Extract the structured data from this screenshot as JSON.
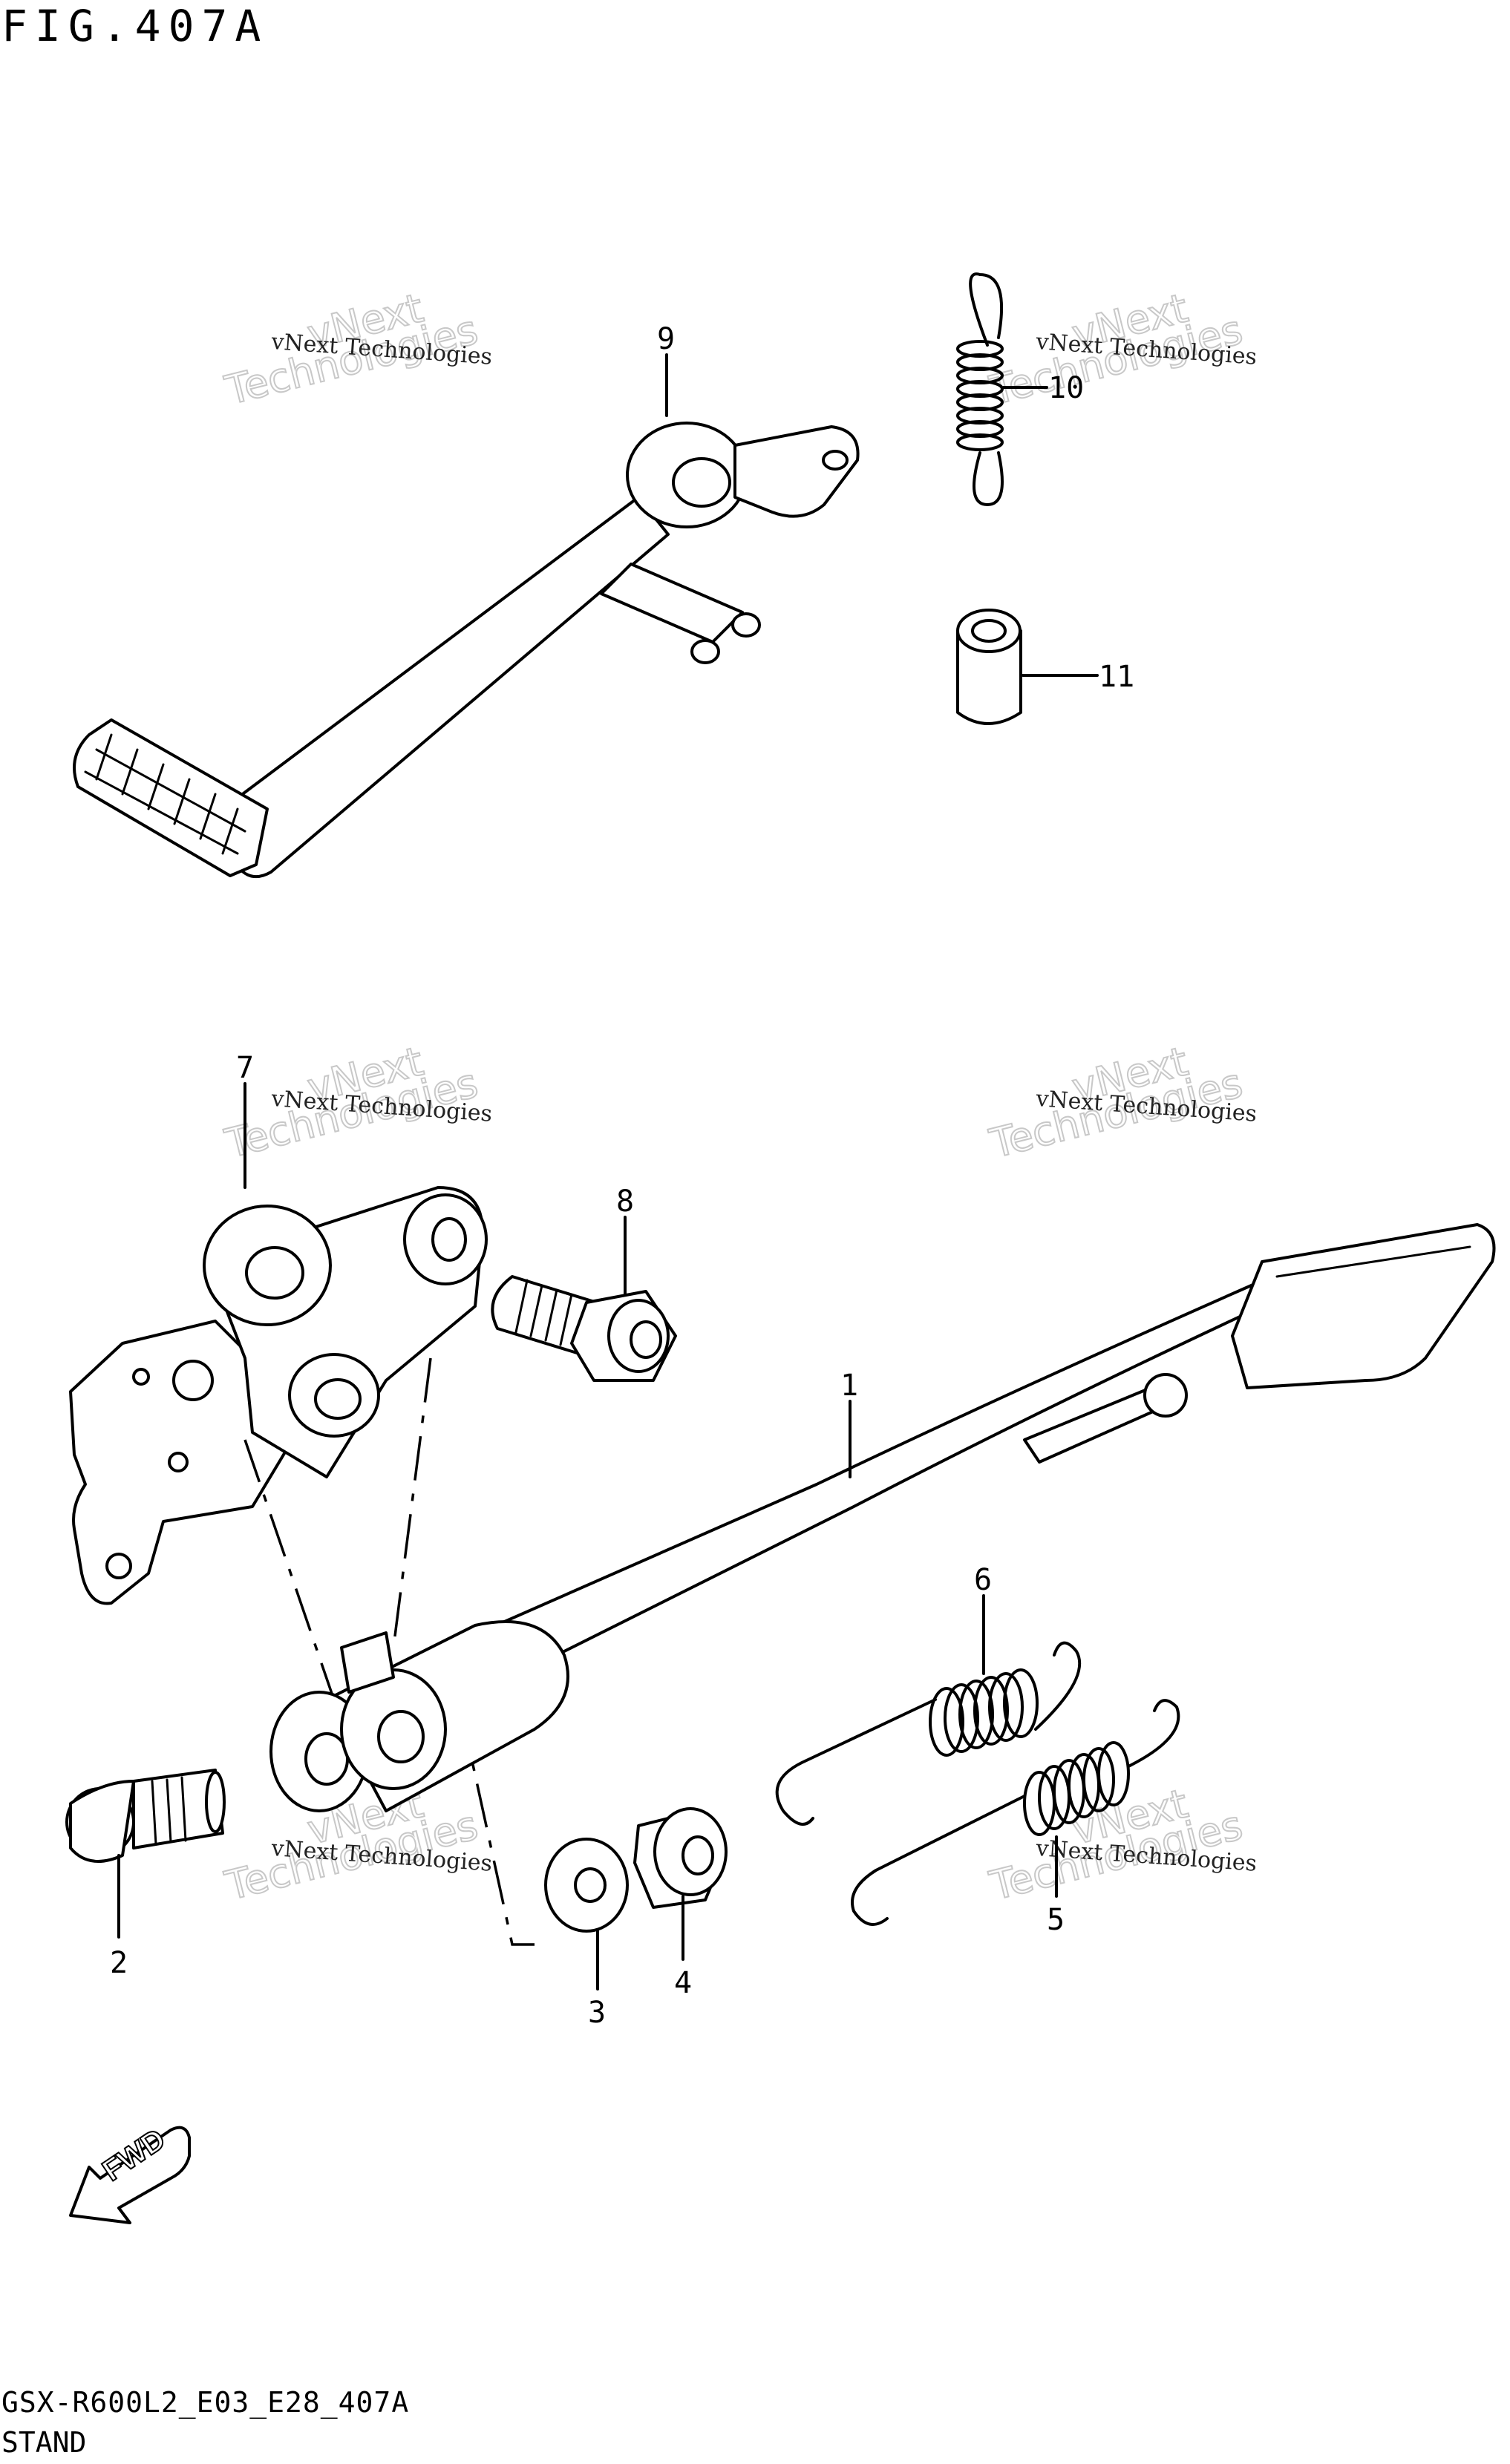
{
  "header": {
    "figure_title": "FIG.407A"
  },
  "footer": {
    "model_code": "GSX-R600L2_E03_E28_407A",
    "section_name": "STAND"
  },
  "callouts": [
    "1",
    "2",
    "3",
    "4",
    "5",
    "6",
    "7",
    "8",
    "9",
    "10",
    "11"
  ],
  "watermark": {
    "line1": "vNext Technologies",
    "line2": "vNext",
    "line3": "Technologies"
  },
  "fwd_badge": {
    "label": "FWD"
  },
  "icons": {
    "fwd_arrow": "fwd-arrow-icon"
  }
}
